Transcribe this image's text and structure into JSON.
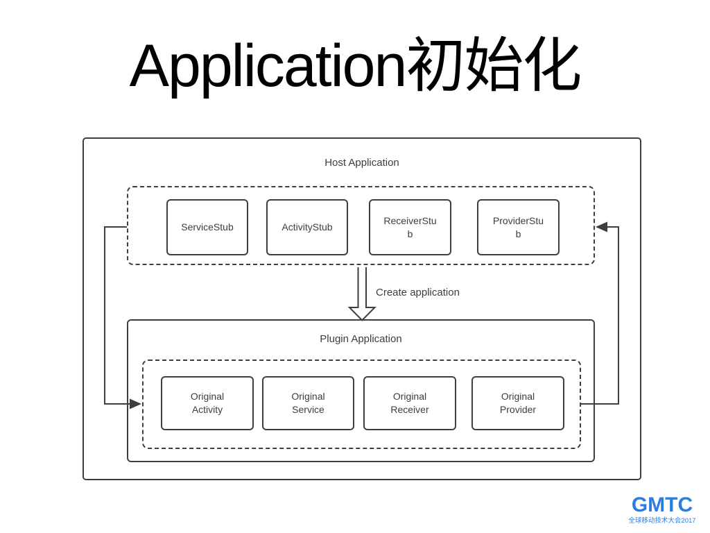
{
  "slide": {
    "title": "Application初始化",
    "diagram": {
      "host_box_label": "Host Application",
      "stub_boxes": [
        "ServiceStub",
        "ActivityStub",
        "ReceiverStu\nb",
        "ProviderStu\nb"
      ],
      "create_arrow_label": "Create application",
      "plugin_box_label": "Plugin Application",
      "original_boxes": [
        "Original\nActivity",
        "Original\nService",
        "Original\nReceiver",
        "Original\nProvider"
      ]
    },
    "logo": {
      "text": "GMTC",
      "tagline": "全球移动技术大会2017",
      "color": "#2b7de0"
    },
    "colors": {
      "diagram_stroke": "#3e3e3e",
      "label_text": "#3d3d3d",
      "title_text": "#000000",
      "background": "#ffffff"
    }
  }
}
